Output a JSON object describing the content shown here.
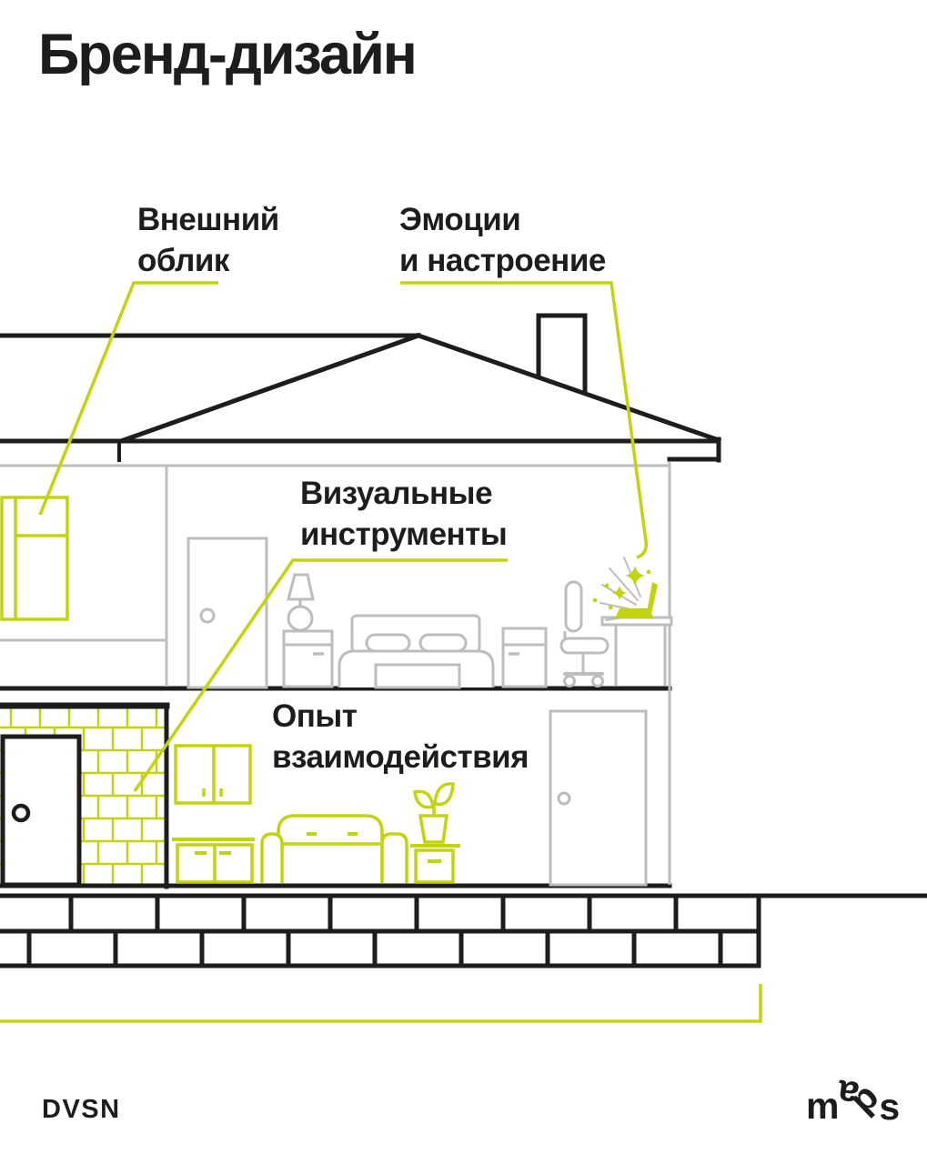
{
  "title": "Бренд-дизайн",
  "callouts": [
    {
      "id": "appearance",
      "line1": "Внешний",
      "line2": "облик"
    },
    {
      "id": "emotions",
      "line1": "Эмоции",
      "line2": "и настроение"
    },
    {
      "id": "visual-tools",
      "line1": "Визуальные",
      "line2": "инструменты"
    },
    {
      "id": "experience",
      "line1": "Опыт",
      "line2": "взаимодействия"
    }
  ],
  "footer": {
    "brand": "DVSN",
    "logo_letters": [
      "m",
      "a",
      "d",
      "s"
    ]
  },
  "colors": {
    "accent": "#c3d40e",
    "line_gray": "#bdbdbd",
    "text": "#1d1d1b"
  },
  "illustration": {
    "type": "house-cutaway",
    "highlighted_elements": [
      "wardrobe",
      "laptop-with-sparkles",
      "brick-wall",
      "wall-cabinet",
      "tv-stand",
      "sofa",
      "potted-plant",
      "side-table"
    ],
    "outline_elements": [
      "roof",
      "chimney",
      "eaves",
      "bedroom-door",
      "table-lamp",
      "nightstand",
      "double-bed",
      "desk-chair",
      "desk",
      "entry-door",
      "interior-door",
      "foundation-bricks",
      "ground-line"
    ]
  }
}
